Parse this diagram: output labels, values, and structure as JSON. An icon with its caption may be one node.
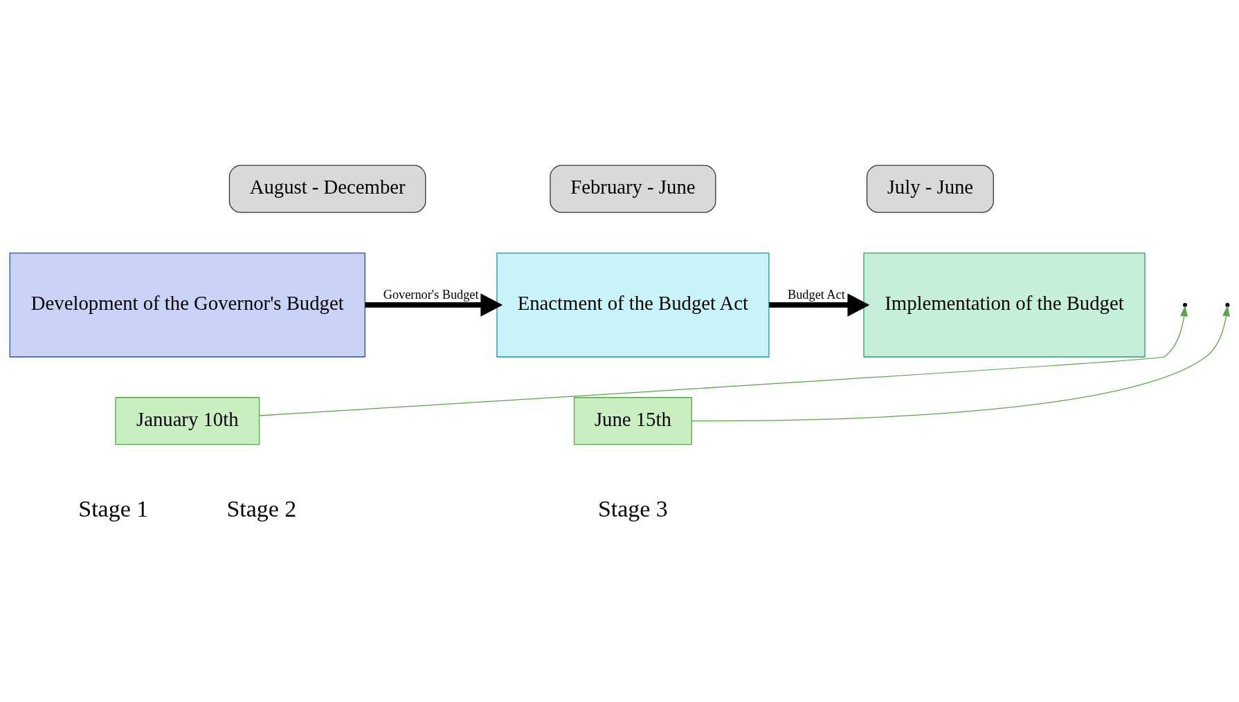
{
  "diagram": {
    "nodes": [
      {
        "text": [
          "August - December"
        ]
      },
      {
        "text": [
          "February - June"
        ]
      },
      {
        "text": [
          "July - June"
        ]
      },
      {
        "text": [
          "Development of the Governor's Budget"
        ]
      },
      {
        "text": [
          "Enactment of the Budget Act"
        ]
      },
      {
        "text": [
          "Implementation of the Budget"
        ]
      },
      {
        "text": [
          "January 10th"
        ]
      },
      {
        "text": [
          "June 15th"
        ]
      }
    ],
    "edges": [
      {
        "from": 3,
        "to": 4,
        "arrow": "to",
        "label": "Governor's Budget",
        "style": "thick"
      },
      {
        "from": 4,
        "to": 5,
        "arrow": "to",
        "label": "Budget Act",
        "style": "thick"
      },
      {
        "from": 6,
        "to": null,
        "arrow": "to",
        "color": "#5aa54a"
      },
      {
        "from": 7,
        "to": null,
        "arrow": "to",
        "color": "#5aa54a"
      }
    ],
    "labels": [
      "Stage 1",
      "Stage 2",
      "Stage 3"
    ]
  }
}
